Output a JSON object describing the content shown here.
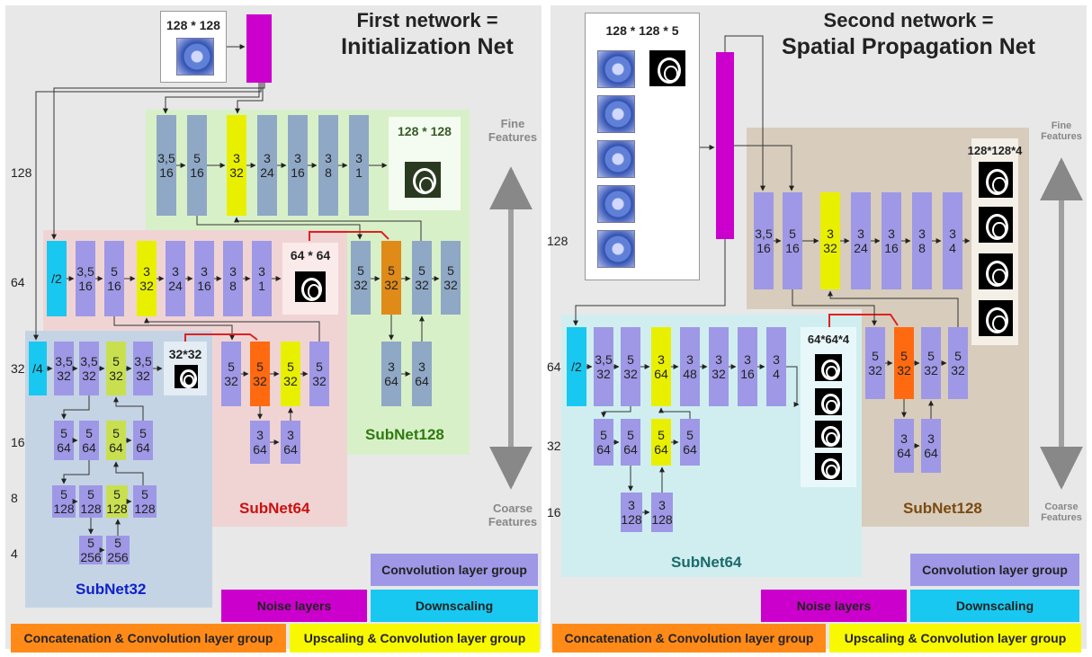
{
  "first": {
    "title1": "First network =",
    "title2": "Initialization Net",
    "input_size": "128 * 128",
    "rows": {
      "r128": "128",
      "r64": "64",
      "r32": "32",
      "r16": "16",
      "r8": "8",
      "r4": "4"
    },
    "sub128": {
      "name": "SubNet128",
      "out_size": "128 * 128",
      "main": [
        [
          "3,5",
          "16"
        ],
        [
          "5",
          "16"
        ],
        [
          "3",
          "32"
        ],
        [
          "3",
          "24"
        ],
        [
          "3",
          "16"
        ],
        [
          "3",
          "8"
        ],
        [
          "3",
          "1"
        ]
      ],
      "row2": [
        [
          "5",
          "32"
        ],
        [
          "5",
          "32"
        ],
        [
          "5",
          "32"
        ],
        [
          "5",
          "32"
        ]
      ],
      "row3": [
        [
          "3",
          "64"
        ],
        [
          "3",
          "64"
        ]
      ]
    },
    "sub64": {
      "name": "SubNet64",
      "out_size": "64 * 64",
      "down": "/2",
      "main": [
        [
          "3,5",
          "16"
        ],
        [
          "5",
          "16"
        ],
        [
          "3",
          "32"
        ],
        [
          "3",
          "24"
        ],
        [
          "3",
          "16"
        ],
        [
          "3",
          "8"
        ],
        [
          "3",
          "1"
        ]
      ],
      "row2": [
        [
          "5",
          "32"
        ],
        [
          "5",
          "32"
        ],
        [
          "5",
          "32"
        ],
        [
          "5",
          "32"
        ]
      ],
      "row3": [
        [
          "3",
          "64"
        ],
        [
          "3",
          "64"
        ]
      ]
    },
    "sub32": {
      "name": "SubNet32",
      "out_size": "32*32",
      "down": "/4",
      "main": [
        [
          "3,5",
          "32"
        ],
        [
          "3,5",
          "32"
        ],
        [
          "5",
          "32"
        ],
        [
          "3,5",
          "32"
        ]
      ],
      "r16": [
        [
          "5",
          "64"
        ],
        [
          "5",
          "64"
        ],
        [
          "5",
          "64"
        ],
        [
          "5",
          "64"
        ]
      ],
      "r8": [
        [
          "5",
          "128"
        ],
        [
          "5",
          "128"
        ],
        [
          "5",
          "128"
        ],
        [
          "5",
          "128"
        ]
      ],
      "r4": [
        [
          "5",
          "256"
        ],
        [
          "5",
          "256"
        ]
      ]
    },
    "fine": "Fine Features",
    "fine1": "Fine",
    "fine2": "Features",
    "coarse1": "Coarse",
    "coarse2": "Features"
  },
  "second": {
    "title1": "Second network =",
    "title2": "Spatial Propagation Net",
    "input_size": "128 * 128 * 5",
    "rows": {
      "r128": "128",
      "r64": "64",
      "r32": "32",
      "r16": "16"
    },
    "sub128": {
      "name": "SubNet128",
      "out_size": "128*128*4",
      "main": [
        [
          "3,5",
          "16"
        ],
        [
          "5",
          "16"
        ],
        [
          "3",
          "32"
        ],
        [
          "3",
          "24"
        ],
        [
          "3",
          "16"
        ],
        [
          "3",
          "8"
        ],
        [
          "3",
          "4"
        ]
      ],
      "row2": [
        [
          "5",
          "32"
        ],
        [
          "5",
          "32"
        ],
        [
          "5",
          "32"
        ],
        [
          "5",
          "32"
        ]
      ],
      "row3": [
        [
          "3",
          "64"
        ],
        [
          "3",
          "64"
        ]
      ]
    },
    "sub64": {
      "name": "SubNet64",
      "out_size": "64*64*4",
      "down": "/2",
      "main": [
        [
          "3,5",
          "32"
        ],
        [
          "5",
          "32"
        ],
        [
          "3",
          "64"
        ],
        [
          "3",
          "48"
        ],
        [
          "3",
          "32"
        ],
        [
          "3",
          "16"
        ],
        [
          "3",
          "4"
        ]
      ],
      "r32": [
        [
          "5",
          "64"
        ],
        [
          "5",
          "64"
        ],
        [
          "5",
          "64"
        ],
        [
          "5",
          "64"
        ]
      ],
      "r16": [
        [
          "3",
          "128"
        ],
        [
          "3",
          "128"
        ]
      ]
    },
    "fine1": "Fine",
    "fine2": "Features",
    "coarse1": "Coarse",
    "coarse2": "Features"
  },
  "legend": {
    "conv": "Convolution layer group",
    "noise": "Noise layers",
    "down": "Downscaling",
    "cat": "Concatenation & Convolution layer group",
    "up": "Upscaling & Convolution layer group"
  },
  "colors": {
    "conv": "#9e98e6",
    "noise": "#cc00cc",
    "down": "#18c8f0",
    "cat": "#ff6a10",
    "up": "#e8f000",
    "sub128_bg_left": "#d8f0c8",
    "sub64_bg_left": "#f0d4d4",
    "sub32_bg_left": "#c4d4e4",
    "sub64_bg_right": "#d0eef0",
    "sub128_bg_right": "#d8ccbc"
  }
}
